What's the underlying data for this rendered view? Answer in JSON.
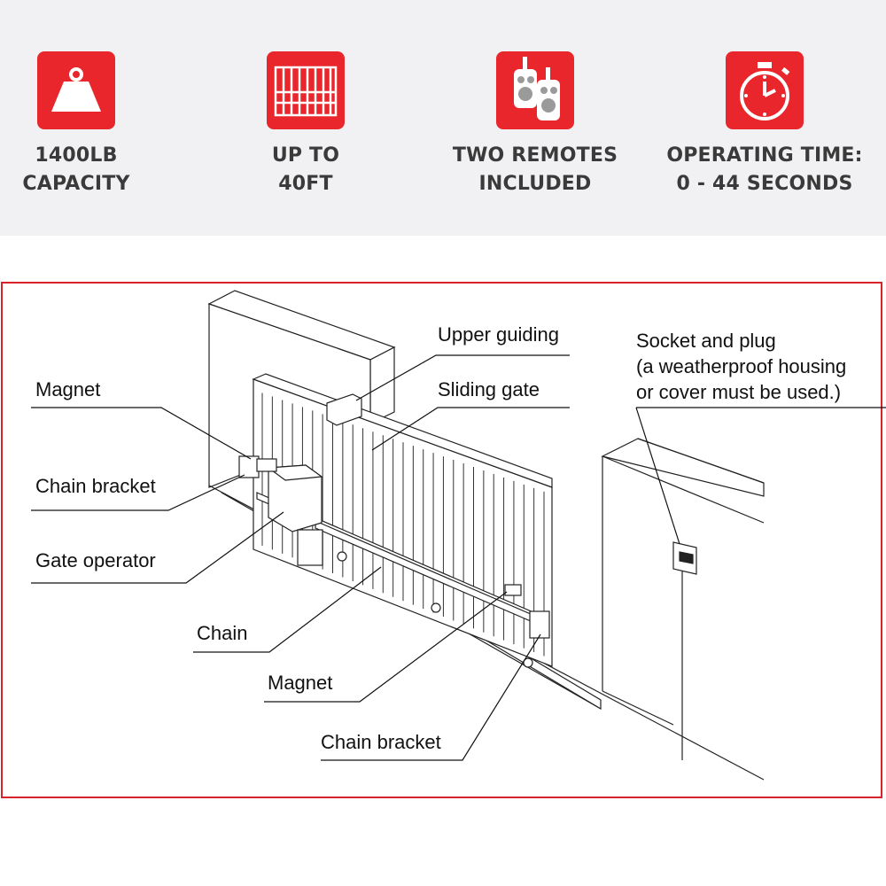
{
  "features": [
    {
      "line1": "1400LB",
      "line2": "CAPACITY",
      "icon": "weight-icon"
    },
    {
      "line1": "UP TO",
      "line2": "40FT",
      "icon": "gate-icon"
    },
    {
      "line1": "TWO REMOTES",
      "line2": "INCLUDED",
      "icon": "remote-icon"
    },
    {
      "line1": "OPERATING TIME:",
      "line2": "0 - 44 SECONDS",
      "icon": "stopwatch-icon"
    }
  ],
  "colors": {
    "accent": "#e8262b",
    "band": "#f1f1f3",
    "text": "#3a3a3a"
  },
  "callouts": {
    "upper_guiding": "Upper guiding",
    "sliding_gate": "Sliding gate",
    "magnet_top": "Magnet",
    "chain_bracket_left": "Chain bracket",
    "gate_operator": "Gate operator",
    "chain": "Chain",
    "magnet_bottom": "Magnet",
    "chain_bracket_bottom": "Chain bracket",
    "socket_line1": "Socket and plug",
    "socket_line2": "(a weatherproof housing",
    "socket_line3": "or cover must be used.)"
  }
}
